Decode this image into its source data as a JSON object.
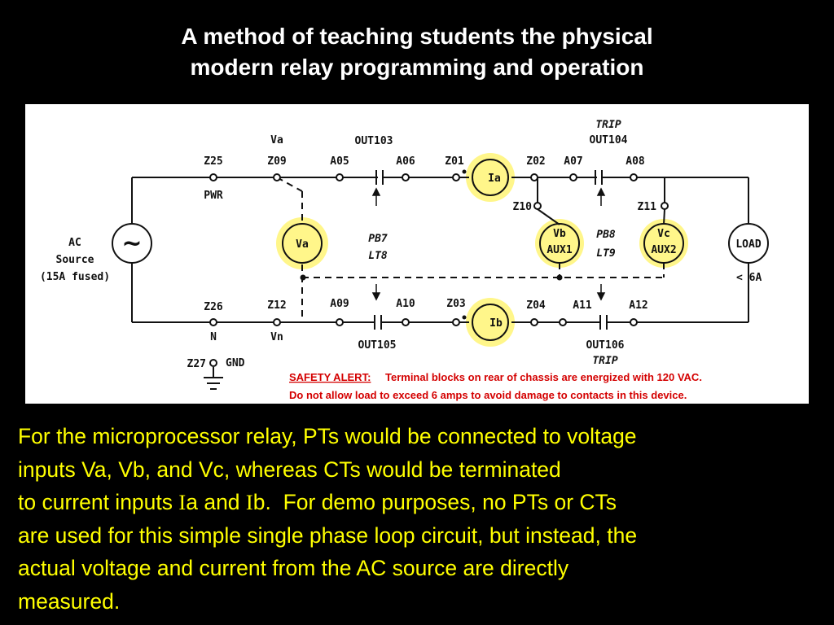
{
  "title": {
    "line1": "A method of teaching students the physical",
    "line2": "modern relay programming and operation"
  },
  "diagram": {
    "terminals": {
      "z25": "Z25",
      "z09": "Z09",
      "a05": "A05",
      "a06": "A06",
      "z01": "Z01",
      "z02": "Z02",
      "a07": "A07",
      "a08": "A08",
      "z10": "Z10",
      "z11": "Z11",
      "z26": "Z26",
      "z12": "Z12",
      "a09": "A09",
      "a10": "A10",
      "z03": "Z03",
      "z04": "Z04",
      "a11": "A11",
      "a12": "A12",
      "z27": "Z27"
    },
    "labels": {
      "va_top": "Va",
      "out103": "OUT103",
      "trip_top": "TRIP",
      "out104": "OUT104",
      "pwr": "PWR",
      "n": "N",
      "vn": "Vn",
      "gnd": "GND",
      "out105": "OUT105",
      "out106": "OUT106",
      "trip_bottom": "TRIP",
      "pb7": "PB7",
      "lt8": "LT8",
      "pb8": "PB8",
      "lt9": "LT9",
      "limit": "< 6A",
      "ac_line1": "AC",
      "ac_line2": "Source",
      "ac_line3": "(15A fused)",
      "source_symbol": "~"
    },
    "elements": {
      "ia": "Ia",
      "ib": "Ib",
      "va": "Va",
      "vb": "Vb",
      "aux1": "AUX1",
      "vc": "Vc",
      "aux2": "AUX2",
      "load": "LOAD"
    },
    "safety": {
      "heading": "SAFETY ALERT:",
      "line1": "Terminal blocks on rear of chassis are energized with 120 VAC.",
      "line2": "Do not allow load to exceed 6 amps to avoid damage to contacts in this device."
    },
    "colors": {
      "highlight": "#fff68a",
      "alert": "#d40000"
    }
  },
  "body": {
    "line1": "For the microprocessor relay, PTs would be connected to voltage",
    "line2": "inputs Va, Vb, and Vc, whereas CTs would be terminated",
    "line3_pre": "to current inputs ",
    "line3_ia1": "I",
    "line3_ia2": "a",
    "line3_and": " and ",
    "line3_ib1": "I",
    "line3_ib2": "b.  For demo purposes, no PTs or CTs",
    "line4": "are used for this simple single phase loop circuit, but instead, the",
    "line5": "actual voltage and current from the AC source are directly",
    "line6": "measured."
  },
  "colors": {
    "text_yellow": "#ffff00",
    "background": "#000000"
  }
}
